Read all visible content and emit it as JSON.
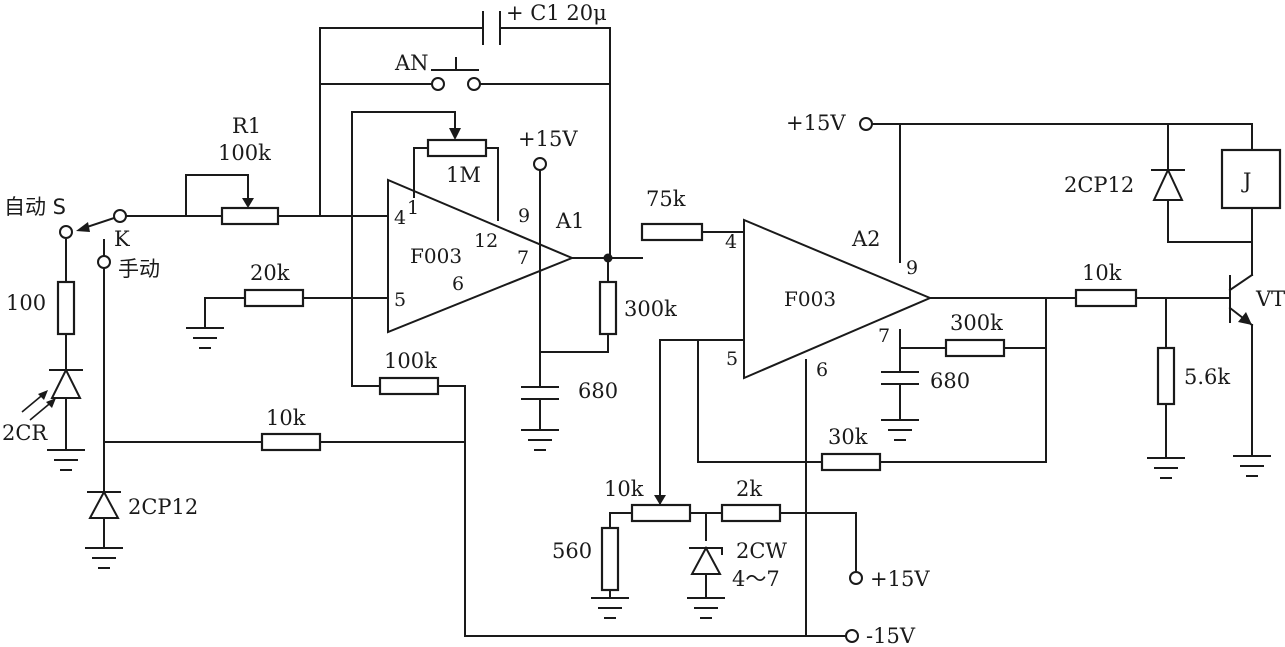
{
  "components": {
    "c1": "+ C1  20μ",
    "an": "AN",
    "r1_name": "R1",
    "r1_value": "100k",
    "pot_1m": "1M",
    "supply_a1": "+15V",
    "a1_name": "A1",
    "a1_chip": "F003",
    "a2_name": "A2",
    "a2_chip": "F003",
    "r_20k": "20k",
    "r_100k_fb": "100k",
    "r_10k_left": "10k",
    "r_75k": "75k",
    "r_300k_a1": "300k",
    "c_680_a1": "680",
    "c_680_a2": "680",
    "r_300k_a2": "300k",
    "r_30k": "30k",
    "pot_10k": "10k",
    "r_2k": "2k",
    "r_560": "560",
    "zener_2cw": "2CW",
    "zener_range": "4～7",
    "supply_pos_bottom": "+15V",
    "supply_neg": "-15V",
    "supply_pos_right": "+15V",
    "diode_relay": "2CP12",
    "relay_j": "J",
    "r_10k_base": "10k",
    "r_5_6k": "5.6k",
    "transistor_vt": "VT",
    "switch_auto": "自动 S",
    "switch_k": "K",
    "switch_manual": "手动",
    "r_100": "100",
    "photodiode_2cr": "2CR",
    "diode_left": "2CP12"
  },
  "pins": {
    "a1_pin4": "4",
    "a1_pin1": "1",
    "a1_pin12": "12",
    "a1_pin9": "9",
    "a1_pin7": "7",
    "a1_pin5": "5",
    "a1_pin6": "6",
    "a2_pin4": "4",
    "a2_pin9": "9",
    "a2_pin7": "7",
    "a2_pin5": "5",
    "a2_pin6": "6"
  }
}
